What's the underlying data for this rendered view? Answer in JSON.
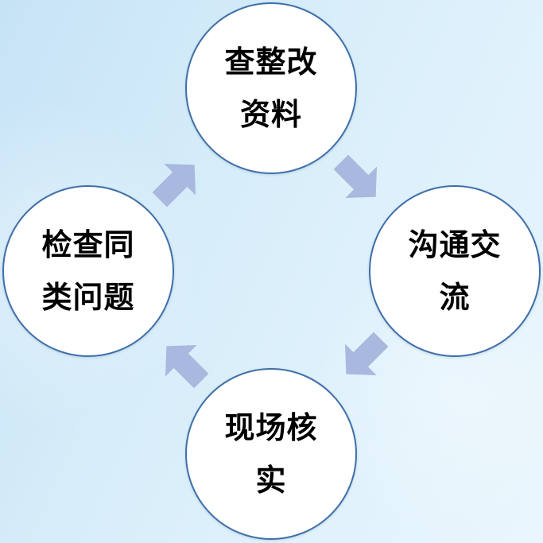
{
  "colors": {
    "circle_fill": "#ffffff",
    "circle_border": "#3f6fa8",
    "arrow_fill": "#a9b8de",
    "background_start": "#c6e3f6",
    "background_end": "#e9f6fd"
  },
  "nodes": {
    "top": {
      "line1": "查整改",
      "line2": "资料"
    },
    "right": {
      "line1": "沟通交",
      "line2": "流"
    },
    "bottom": {
      "line1": "现场核",
      "line2": "实"
    },
    "left": {
      "line1": "检查同",
      "line2": "类问题"
    }
  },
  "arrows": [
    {
      "from": "top",
      "to": "right",
      "icon": "arrow-down-right-icon"
    },
    {
      "from": "right",
      "to": "bottom",
      "icon": "arrow-down-left-icon"
    },
    {
      "from": "bottom",
      "to": "left",
      "icon": "arrow-up-left-icon"
    },
    {
      "from": "left",
      "to": "top",
      "icon": "arrow-up-right-icon"
    }
  ]
}
